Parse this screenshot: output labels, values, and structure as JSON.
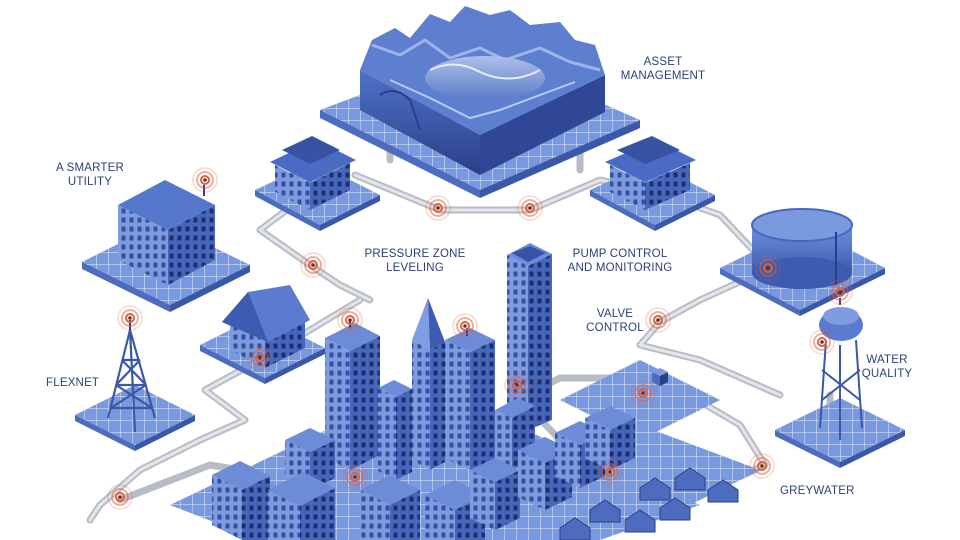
{
  "labels": {
    "asset_management": "ASSET\nMANAGEMENT",
    "a_smarter_utility": "A SMARTER\nUTILITY",
    "pressure_zone_leveling": "PRESSURE ZONE\nLEVELING",
    "pump_control": "PUMP CONTROL\nAND MONITORING",
    "valve_control": "VALVE\nCONTROL",
    "water_quality": "WATER\nQUALITY",
    "flexnet": "FLEXNET",
    "greywater": "GREYWATER"
  },
  "colors": {
    "building_blue": "#3f5fb4",
    "building_dark": "#2a3f86",
    "platform_blue": "#6d8fd8",
    "pipe_grey": "#c9ccd2",
    "signal_orange": "#e0603a",
    "label_navy": "#2c3f78"
  }
}
